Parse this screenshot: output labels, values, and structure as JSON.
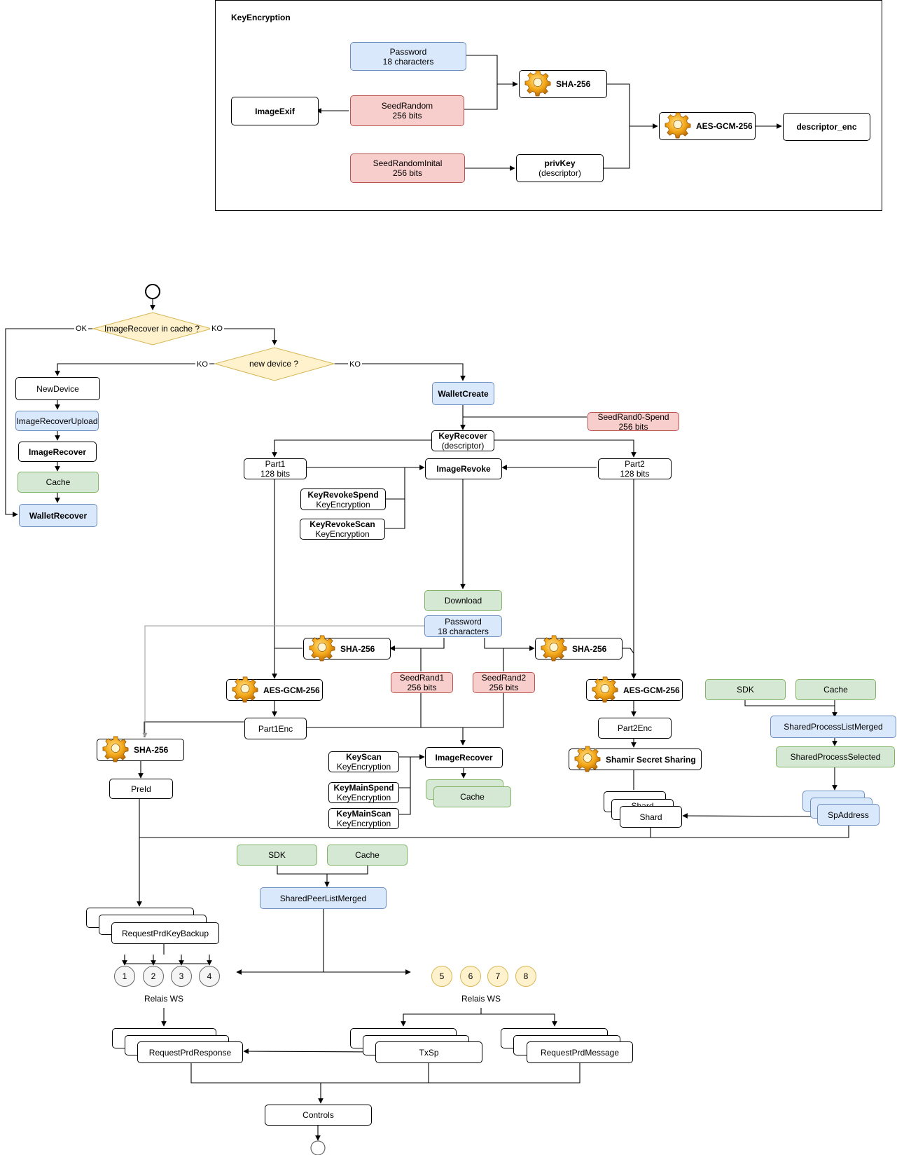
{
  "frame": {
    "title": "KeyEncryption"
  },
  "ke": {
    "password": [
      "Password",
      "18 characters"
    ],
    "seedrandom": [
      "SeedRandom",
      "256 bits"
    ],
    "seedinit": [
      "SeedRandomInital",
      "256 bits"
    ],
    "imageexif": "ImageExif",
    "sha": "SHA-256",
    "privkey": [
      "privKey",
      "(descriptor)"
    ],
    "aes": "AES-GCM-256",
    "desc": "descriptor_enc"
  },
  "flow": {
    "cache_decision": "ImageRecover in cache ?",
    "new_device_decision": "new device ?",
    "label_ok": "OK",
    "label_ko": "KO",
    "newdevice": "NewDevice",
    "imagerecoverupload": "ImageRecoverUpload",
    "imagerecover": "ImageRecover",
    "cache": "Cache",
    "walletrecover": "WalletRecover",
    "walletcreate": "WalletCreate",
    "seedrand0": [
      "SeedRand0-Spend",
      "256 bits"
    ],
    "keyrecover": [
      "KeyRecover",
      "(descriptor)"
    ],
    "part1": [
      "Part1",
      "128 bits"
    ],
    "part2": [
      "Part2",
      "128 bits"
    ],
    "imagerevoke": "ImageRevoke",
    "keyrevokespend": [
      "KeyRevokeSpend",
      "KeyEncryption"
    ],
    "keyrevokescan": [
      "KeyRevokeScan",
      "KeyEncryption"
    ],
    "download": "Download",
    "password": [
      "Password",
      "18 characters"
    ],
    "sha": "SHA-256",
    "aes": "AES-GCM-256",
    "seedrand1": [
      "SeedRand1",
      "256 bits"
    ],
    "seedrand2": [
      "SeedRand2",
      "256 bits"
    ],
    "part1enc": "Part1Enc",
    "part2enc": "Part2Enc",
    "preid": "PreId",
    "keyscan": [
      "KeyScan",
      "KeyEncryption"
    ],
    "keymainspend": [
      "KeyMainSpend",
      "KeyEncryption"
    ],
    "keymainscan": [
      "KeyMainScan",
      "KeyEncryption"
    ],
    "imagerecover2": "ImageRecover",
    "cache2": "Cache",
    "shamir": "Shamir Secret Sharing",
    "shard": "Shard",
    "shard_ghost": "Shard",
    "sdk": "SDK",
    "cache3": "Cache",
    "sharedprocesslistmerged": "SharedProcessListMerged",
    "sharedprocessselected": "SharedProcessSelected",
    "spaddress": "SpAddress",
    "sdk2": "SDK",
    "cache4": "Cache",
    "sharedpeerlistmerged": "SharedPeerListMerged",
    "requestprdkeybackup": "RequestPrdKeyBackup",
    "relais_left": [
      "1",
      "2",
      "3",
      "4"
    ],
    "relais_right": [
      "5",
      "6",
      "7",
      "8"
    ],
    "relais_label": "Relais WS",
    "requestprdresponse": "RequestPrdResponse",
    "txsp": "TxSp",
    "requestprdmessage": "RequestPrdMessage",
    "controls": "Controls"
  },
  "colors": {
    "blue_fill": "#dae8fc",
    "blue_stroke": "#6c8ebf",
    "red_fill": "#f8cecc",
    "red_stroke": "#b85450",
    "green_fill": "#d5e8d4",
    "green_stroke": "#82b366",
    "yellow_fill": "#fff2cc",
    "yellow_stroke": "#d6b656",
    "relay_gray_fill": "#f5f5f5"
  },
  "icons": {
    "gear": "gear-icon"
  }
}
